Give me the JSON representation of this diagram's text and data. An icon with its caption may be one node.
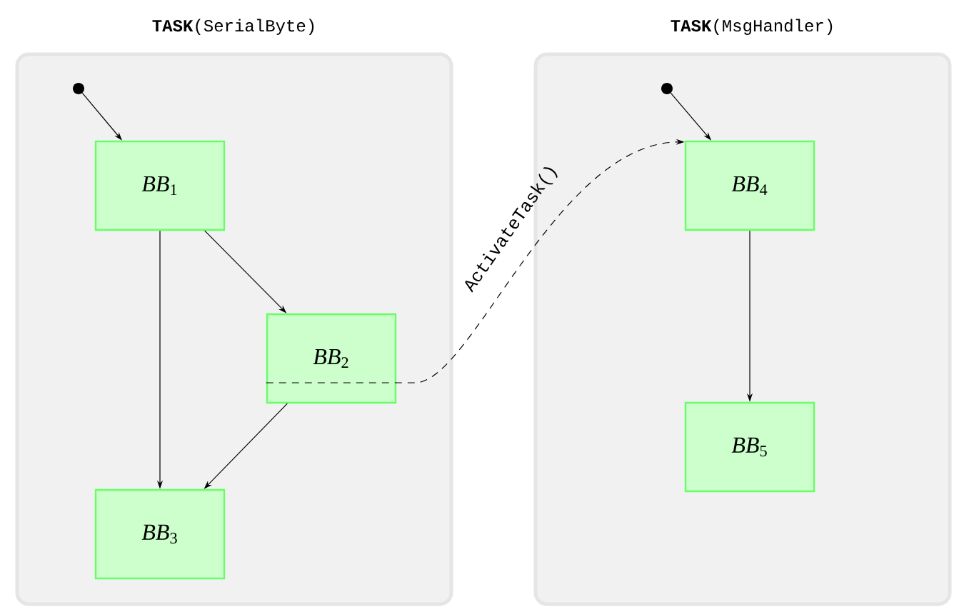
{
  "diagram": {
    "nodes": [
      {
        "text": [
          "**TASK**(SerialByte)"
        ]
      },
      {
        "text": [],
        "shape": "circle",
        "in": 0
      },
      {
        "text": [
          "*BB*$_{1}$"
        ],
        "in": 0
      },
      {
        "text": [
          "*BB*$_{2}$"
        ],
        "in": 0
      },
      {
        "text": [
          "*BB*$_{3}$"
        ],
        "in": 0
      },
      {
        "text": [
          "**TASK**(MsgHandler)"
        ]
      },
      {
        "text": [],
        "shape": "circle",
        "in": 5
      },
      {
        "text": [
          "*BB*$_{4}$"
        ],
        "in": 5
      },
      {
        "text": [
          "*BB*$_{5}$"
        ],
        "in": 5
      }
    ],
    "edges": [
      {
        "from": 1,
        "to": 2,
        "arrow": "to"
      },
      {
        "from": 2,
        "to": 4,
        "arrow": "to"
      },
      {
        "from": 2,
        "to": 3,
        "arrow": "to"
      },
      {
        "from": 3,
        "to": 4,
        "arrow": "to"
      },
      {
        "from": 3,
        "to": 7,
        "arrow": "to",
        "label": "ActivateTask()",
        "style": "dashed"
      },
      {
        "from": 6,
        "to": 7,
        "arrow": "to"
      },
      {
        "from": 7,
        "to": 8,
        "arrow": "to"
      }
    ]
  }
}
